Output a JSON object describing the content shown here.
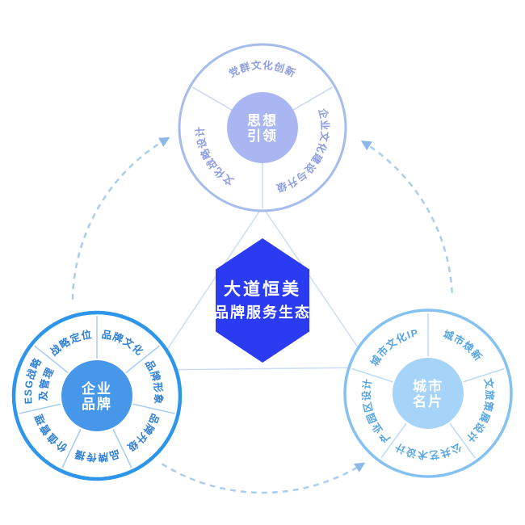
{
  "title": "大道恒美品牌服务生态",
  "center": {
    "line1": "大道恒美",
    "line2": "品牌服务生态",
    "fill": "#2b3bf2",
    "text_color": "#ffffff"
  },
  "connector": {
    "stroke": "#abcdf0",
    "arrow": "#8cb8ea",
    "triangle_stroke": "#ccdaf4"
  },
  "wheels": [
    {
      "id": "thought-leadership",
      "hub": {
        "line1": "思想",
        "line2": "引领"
      },
      "hub_color": "#a9b6f2",
      "ring_color": "#a5bcec",
      "label_color": "#8d9de2",
      "segments": [
        {
          "label": "党群文化创新"
        },
        {
          "label": "企业文化建设与升级"
        },
        {
          "label": "文化战略设计"
        }
      ]
    },
    {
      "id": "corporate-brand",
      "hub": {
        "line1": "企业",
        "line2": "品牌"
      },
      "hub_color": "#4697ea",
      "ring_color": "#2e96ea",
      "label_color": "#2d7fd8",
      "segments": [
        {
          "label": "战略定位"
        },
        {
          "label": "品牌文化"
        },
        {
          "label": "品牌形象"
        },
        {
          "label": "品牌升级"
        },
        {
          "label": "品牌传播"
        },
        {
          "label": "价值管理"
        },
        {
          "label": "ESG战略",
          "label2": "及管理"
        }
      ]
    },
    {
      "id": "city-card",
      "hub": {
        "line1": "城市",
        "line2": "名片"
      },
      "hub_color": "#a6d4f8",
      "ring_color": "#84c2f2",
      "label_color": "#57a5e6",
      "segments": [
        {
          "label": "城市文化IP"
        },
        {
          "label": "城市焕新"
        },
        {
          "label": "文旅策展设计"
        },
        {
          "label": "公共艺术设计"
        },
        {
          "label": "产业园区设计"
        }
      ]
    }
  ]
}
